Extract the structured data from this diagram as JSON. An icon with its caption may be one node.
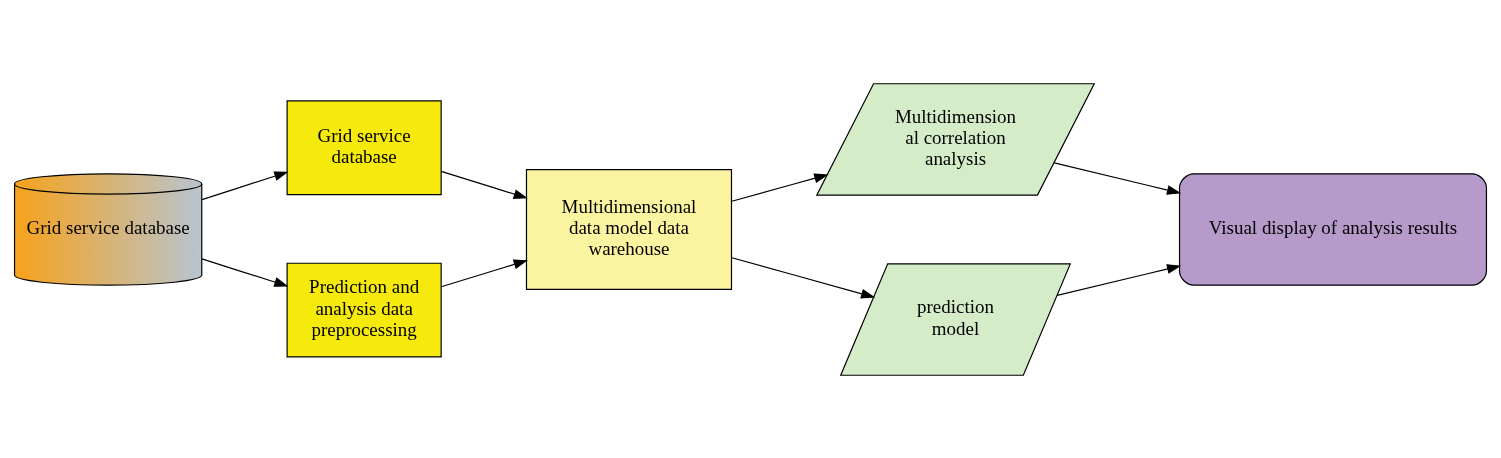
{
  "diagram": {
    "nodes": [
      {
        "text": [
          "Grid service database"
        ]
      },
      {
        "text": [
          "Grid service database"
        ]
      },
      {
        "text": [
          "Prediction and analysis data preprocessing"
        ]
      },
      {
        "text": [
          "Multidimensional data model data warehouse"
        ]
      },
      {
        "text": [
          "Multidimension al correlation analysis"
        ]
      },
      {
        "text": [
          "prediction model"
        ]
      },
      {
        "text": [
          "Visual display of analysis results"
        ]
      }
    ],
    "edges": [
      {
        "from": 0,
        "to": 1,
        "arrow": "to"
      },
      {
        "from": 0,
        "to": 2,
        "arrow": "to"
      },
      {
        "from": 1,
        "to": 3,
        "arrow": "to"
      },
      {
        "from": 2,
        "to": 3,
        "arrow": "to"
      },
      {
        "from": 3,
        "to": 4,
        "arrow": "to"
      },
      {
        "from": 3,
        "to": 5,
        "arrow": "to"
      },
      {
        "from": 4,
        "to": 6,
        "arrow": "to"
      },
      {
        "from": 5,
        "to": 6,
        "arrow": "to"
      }
    ]
  }
}
